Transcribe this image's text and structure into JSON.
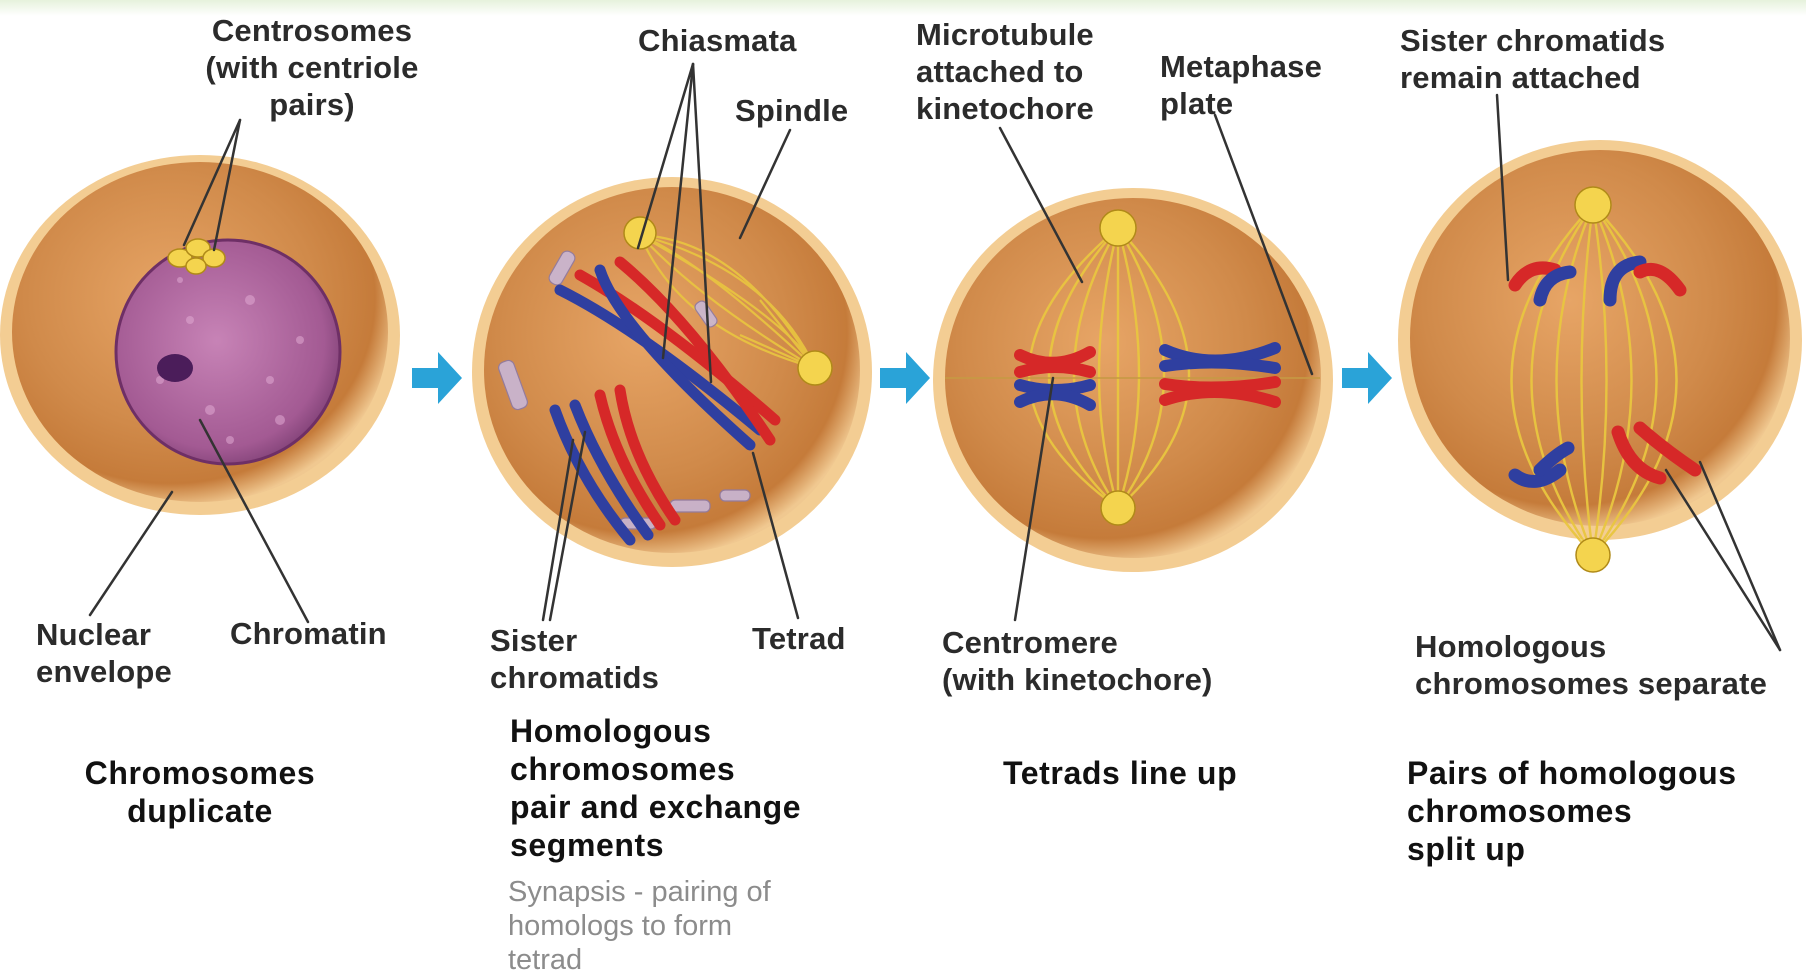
{
  "labels": {
    "centrosomes": "Centrosomes\n(with centriole\npairs)",
    "nuclear_envelope": "Nuclear\nenvelope",
    "chromatin": "Chromatin",
    "chiasmata": "Chiasmata",
    "spindle": "Spindle",
    "sister_chromatids": "Sister\nchromatids",
    "tetrad": "Tetrad",
    "microtubule": "Microtubule\nattached to\nkinetochore",
    "metaphase_plate": "Metaphase\nplate",
    "centromere": "Centromere\n(with kinetochore)",
    "sister_chromatids_attached": "Sister chromatids\nremain attached",
    "homologous_separate": "Homologous\nchromosomes separate"
  },
  "captions": {
    "stage1": "Chromosomes\nduplicate",
    "stage2": "Homologous\nchromosomes\npair and exchange\nsegments",
    "stage2_note": "Synapsis - pairing of\nhomologs to form\ntetrad",
    "stage3": "Tetrads line up",
    "stage4": "Pairs of homologous\nchromosomes\nsplit up"
  },
  "colors": {
    "cell_fill": "#d08a4a",
    "cell_rim": "#f2c88e",
    "nucleus": "#a35a93",
    "spindle": "#e9c640",
    "chromosome_red": "#d62828",
    "chromosome_blue": "#2f3fa0",
    "arrow": "#2aa3d8"
  },
  "icons": [
    "arrow-right-icon",
    "arrow-right-icon",
    "arrow-right-icon"
  ]
}
